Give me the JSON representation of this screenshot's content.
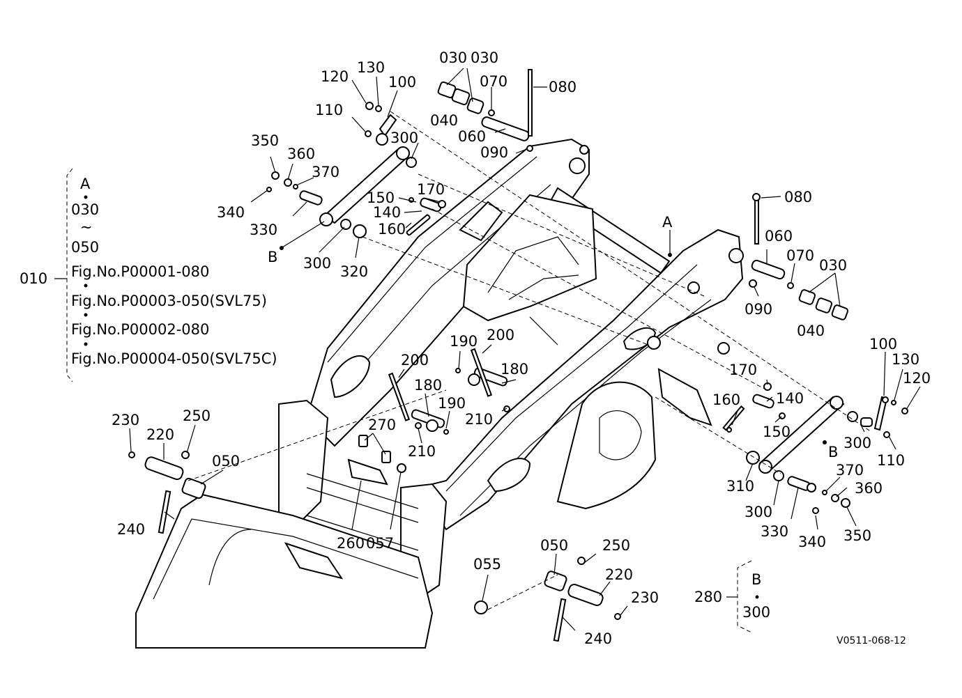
{
  "diagram": {
    "drawing_code": "V0511-068-12",
    "callouts": [
      "030",
      "030",
      "070",
      "080",
      "120",
      "130",
      "100",
      "040",
      "060",
      "110",
      "090",
      "300",
      "350",
      "360",
      "370",
      "150",
      "170",
      "340",
      "140",
      "330",
      "160",
      "300",
      "320",
      "080",
      "060",
      "070",
      "030",
      "090",
      "040",
      "190",
      "200",
      "200",
      "180",
      "180",
      "190",
      "170",
      "140",
      "160",
      "150",
      "100",
      "130",
      "120",
      "300",
      "110",
      "230",
      "220",
      "250",
      "270",
      "050",
      "210",
      "210",
      "240",
      "260",
      "057",
      "310",
      "370",
      "360",
      "300",
      "330",
      "340",
      "350",
      "050",
      "250",
      "055",
      "220",
      "230",
      "240",
      "280",
      "B",
      "A"
    ]
  },
  "legend_a": {
    "lines": [
      "A",
      "030",
      "~",
      "050",
      "Fig.No.P00001-080",
      "Fig.No.P00003-050(SVL75)",
      "Fig.No.P00002-080",
      "Fig.No.P00004-050(SVL75C)"
    ],
    "ref": "010"
  },
  "legend_b": {
    "lines": [
      "B",
      "300"
    ],
    "ref": "280"
  },
  "markers": {
    "a": "A",
    "b_left": "B",
    "b_right": "B"
  }
}
